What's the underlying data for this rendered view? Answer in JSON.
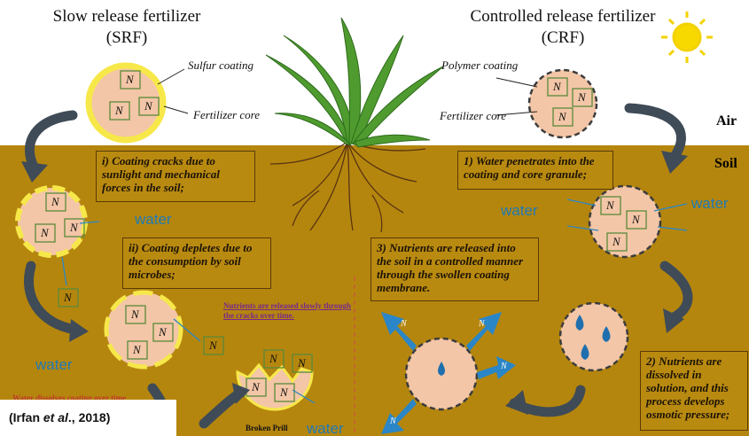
{
  "srf": {
    "title": "Slow release fertilizer",
    "abbr": "(SRF)",
    "coating_label": "Sulfur coating",
    "core_label": "Fertilizer core"
  },
  "crf": {
    "title": "Controlled release fertilizer",
    "abbr": "(CRF)",
    "coating_label": "Polymer coating",
    "core_label": "Fertilizer core"
  },
  "zones": {
    "air": "Air",
    "soil": "Soil"
  },
  "nutrient_symbol": "N",
  "water_label": "water",
  "steps_srf": {
    "i": "i) Coating cracks due to sunlight and mechanical forces in the soil;",
    "ii": "ii) Coating depletes due to the consumption by soil microbes;"
  },
  "steps_crf": {
    "s1": "1) Water penetrates into the coating and core granule;",
    "s2": "2) Nutrients are dissolved in solution, and this process develops osmotic pressure;",
    "s3": "3) Nutrients are released into the soil in a controlled manner through the swollen coating membrane."
  },
  "notes": {
    "cracks": "Nutrients are released slowly through the cracks over time.",
    "dissolve": "Water dissolves coating over time",
    "broken": "Broken Prill"
  },
  "citation": {
    "author": "(Irfan ",
    "etal": "et al",
    "year": "., 2018)"
  },
  "colors": {
    "soil": "#b5860e",
    "granule": "#f3c6a7",
    "sulfur": "#f7e84a",
    "arrow": "#3f4b57",
    "water_arrow": "#2a86c6",
    "plant": "#4f9b2f"
  }
}
